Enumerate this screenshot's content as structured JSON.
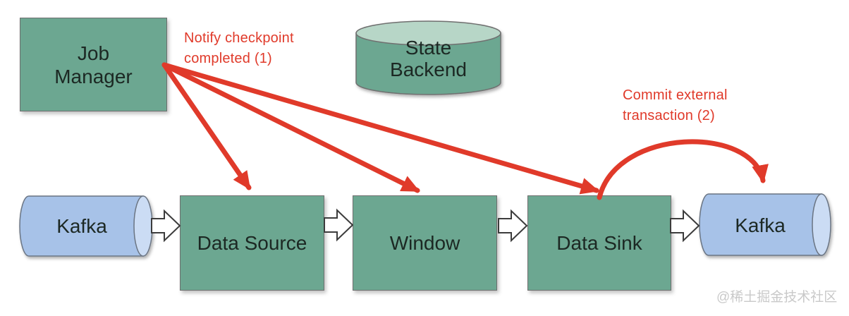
{
  "colors": {
    "green": "#6CA791",
    "green-light": "#B7D6C7",
    "blue": "#A7C2E8",
    "blue-light": "#CBDCF4",
    "red": "#E03A2A",
    "edge": "#6F6F6F",
    "blue-edge": "#6B7483",
    "ink": "#1C2823",
    "watermark": "#C9C9C9"
  },
  "nodes": {
    "job_manager": {
      "label": "Job\nManager",
      "shape": "rect"
    },
    "state_backend": {
      "label": "State\nBackend",
      "shape": "cylinder"
    },
    "kafka_source": {
      "label": "Kafka",
      "shape": "cylinder"
    },
    "data_source": {
      "label": "Data Source",
      "shape": "rect"
    },
    "window": {
      "label": "Window",
      "shape": "rect"
    },
    "data_sink": {
      "label": "Data Sink",
      "shape": "rect"
    },
    "kafka_sink": {
      "label": "Kafka",
      "shape": "cylinder"
    }
  },
  "annotations": {
    "notify_checkpoint": {
      "text": "Notify checkpoint\ncompleted (1)"
    },
    "commit_external": {
      "text": "Commit external\ntransaction (2)"
    }
  },
  "edges": {
    "flow": [
      "kafka_source -> data_source",
      "data_source -> window",
      "window -> data_sink",
      "data_sink -> kafka_sink"
    ],
    "notify": [
      "job_manager -> data_source",
      "job_manager -> window",
      "job_manager -> data_sink"
    ],
    "commit": [
      "data_sink -> kafka_sink"
    ]
  },
  "watermark": "@稀土掘金技术社区"
}
